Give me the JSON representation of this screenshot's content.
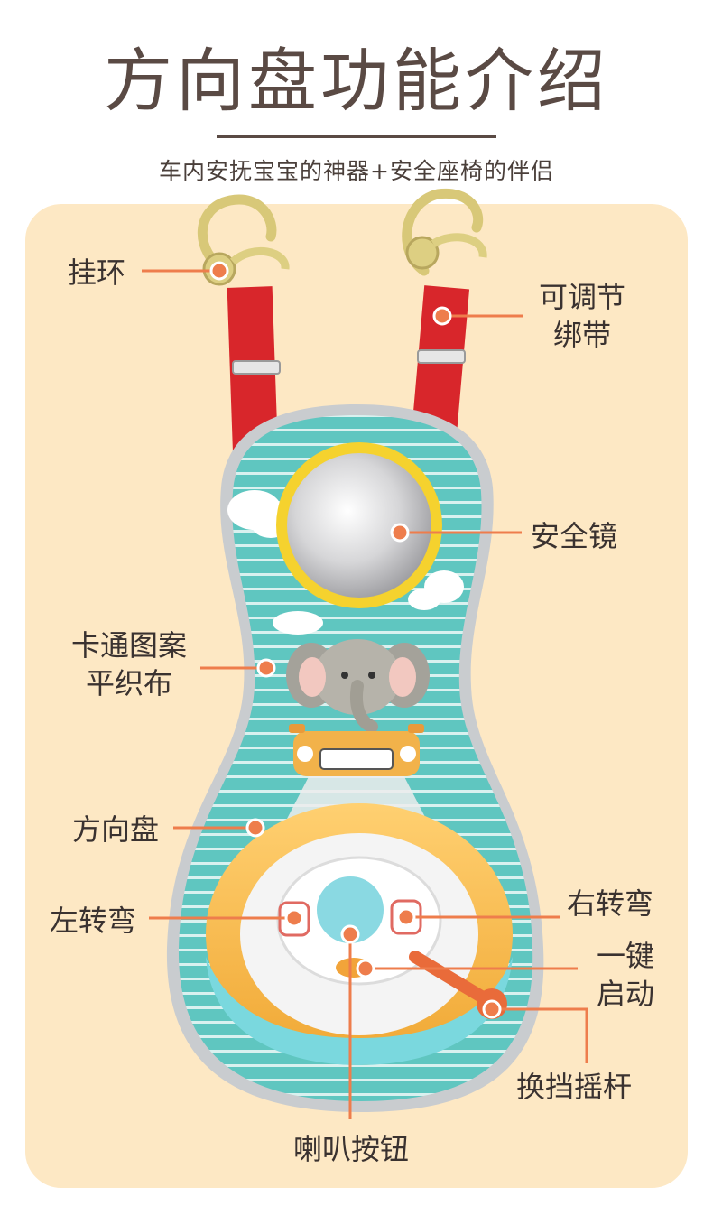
{
  "header": {
    "title": "方向盘功能介绍",
    "subtitle": "车内安抚宝宝的神器+安全座椅的伴侣"
  },
  "labels": {
    "hanging_ring": "挂环",
    "adjustable_strap_line1": "可调节",
    "adjustable_strap_line2": "绑带",
    "safety_mirror": "安全镜",
    "cartoon_fabric_line1": "卡通图案",
    "cartoon_fabric_line2": "平织布",
    "steering_wheel": "方向盘",
    "left_turn": "左转弯",
    "right_turn": "右转弯",
    "one_key_start_line1": "一键",
    "one_key_start_line2": "启动",
    "gear_lever": "换挡摇杆",
    "horn_button": "喇叭按钮"
  },
  "colors": {
    "accent": "#ee7d4c",
    "panel_bg": "#fde8c4",
    "fabric_teal": "#5fc6c0",
    "strap_red": "#d8262b",
    "wheel_yellow": "#f4b540",
    "mirror_rim": "#f5d22e",
    "title_text": "#5a4a44"
  }
}
